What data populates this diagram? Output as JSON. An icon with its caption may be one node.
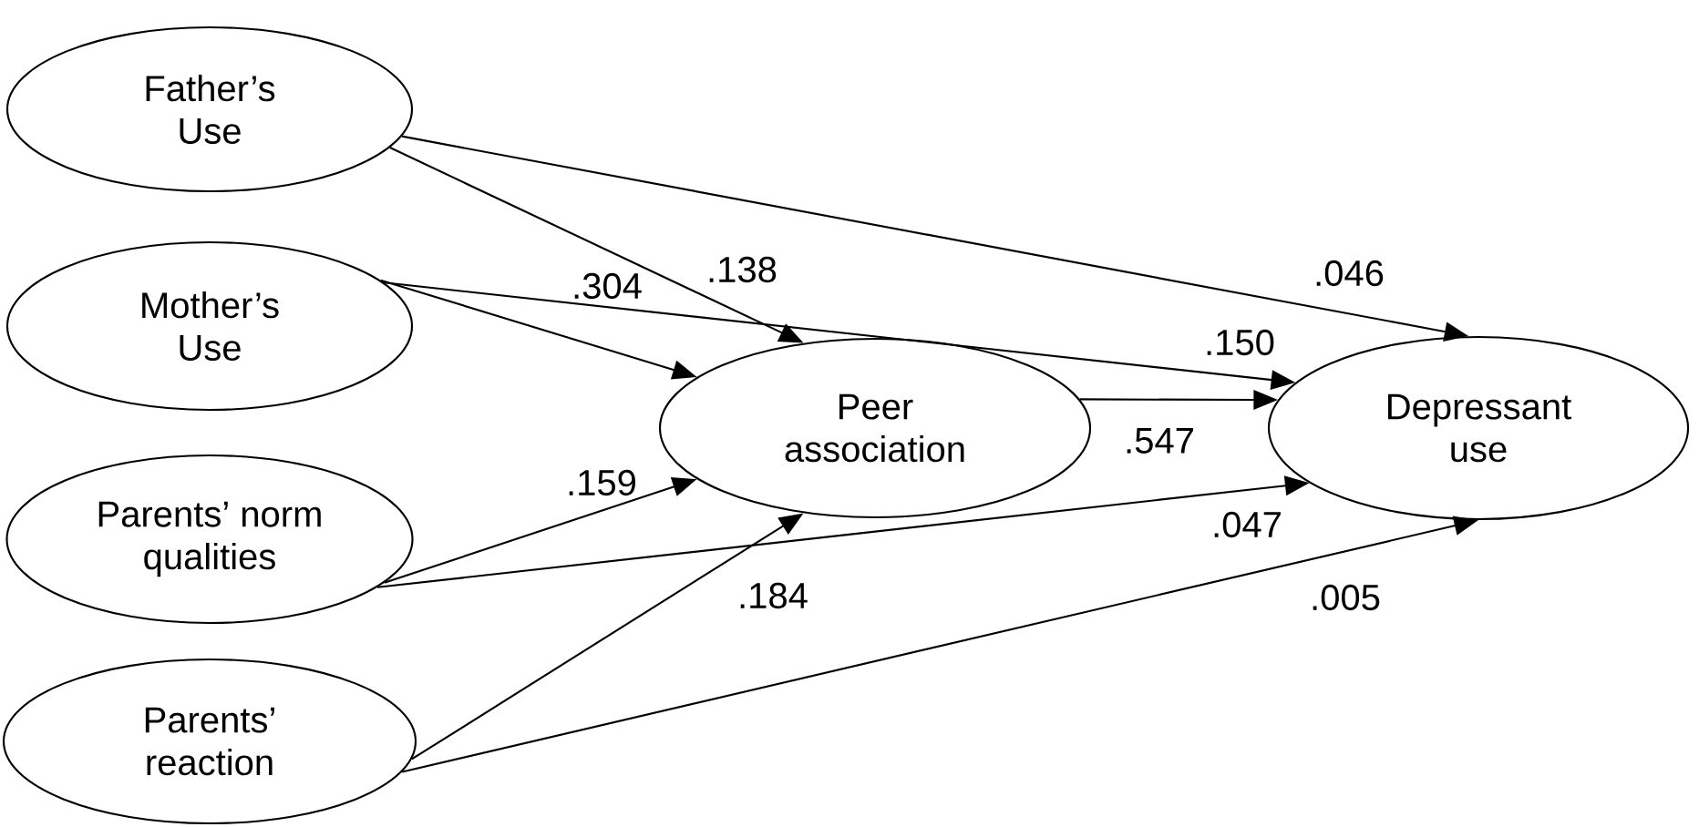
{
  "diagram": {
    "nodes": [
      {
        "text": [
          "Father’s Use"
        ]
      },
      {
        "text": [
          "Mother’s Use"
        ]
      },
      {
        "text": [
          "Parents’ norm qualities"
        ]
      },
      {
        "text": [
          "Parents’ reaction"
        ]
      },
      {
        "text": [
          "Peer association"
        ]
      },
      {
        "text": [
          "Depressant use"
        ]
      }
    ],
    "edges": [
      {
        "from": 0,
        "to": 4,
        "arrow": "to",
        "label": ".138"
      },
      {
        "from": 0,
        "to": 5,
        "arrow": "to",
        "label": ".046"
      },
      {
        "from": 1,
        "to": 4,
        "arrow": "to",
        "label": ".304"
      },
      {
        "from": 1,
        "to": 5,
        "arrow": "to",
        "label": ".150"
      },
      {
        "from": 4,
        "to": 5,
        "arrow": "to",
        "label": ".547"
      },
      {
        "from": 2,
        "to": 4,
        "arrow": "to",
        "label": ".159"
      },
      {
        "from": 2,
        "to": 5,
        "arrow": "to",
        "label": ".047"
      },
      {
        "from": 3,
        "to": 4,
        "arrow": "to",
        "label": ".184"
      },
      {
        "from": 3,
        "to": 5,
        "arrow": "to",
        "label": ".005"
      }
    ]
  }
}
